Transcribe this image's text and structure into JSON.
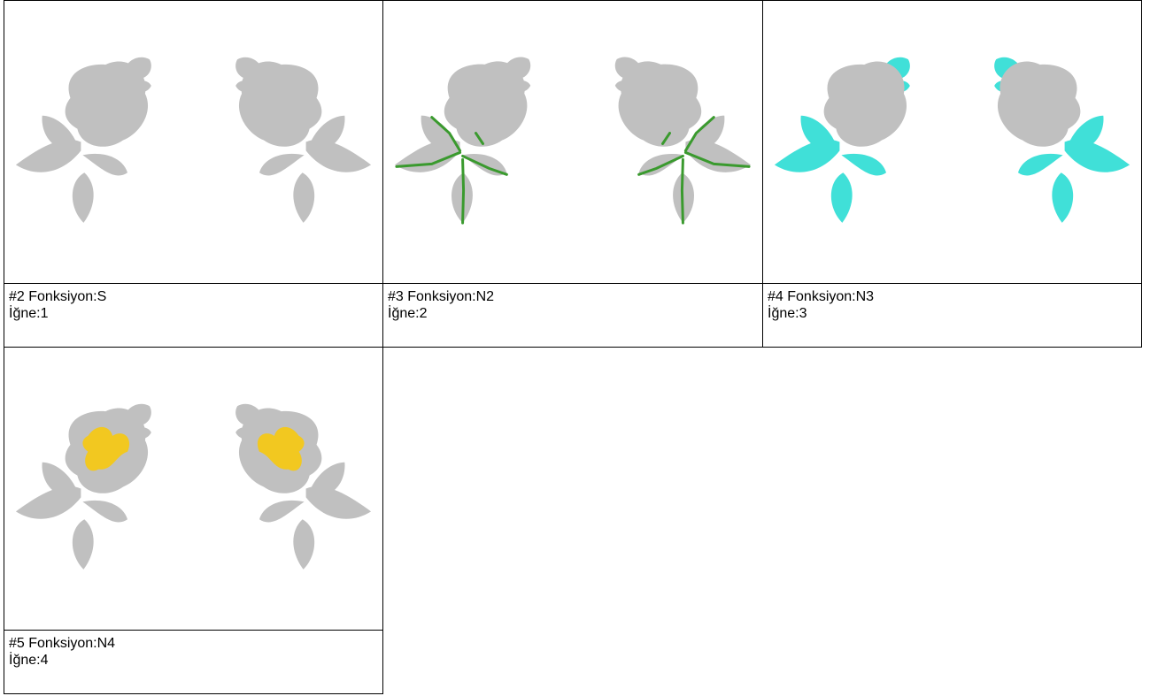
{
  "colors": {
    "base": "#c0c0c0",
    "needle2": "#3a9a2e",
    "needle3": "#40e0d8",
    "needle4": "#f2c820"
  },
  "cards": [
    {
      "function_label": "#2 Fonksiyon:S",
      "needle_label": "İğne:1",
      "highlight": "none"
    },
    {
      "function_label": "#3 Fonksiyon:N2",
      "needle_label": "İğne:2",
      "highlight": "stems"
    },
    {
      "function_label": "#4 Fonksiyon:N3",
      "needle_label": "İğne:3",
      "highlight": "leaves"
    },
    {
      "function_label": "#5 Fonksiyon:N4",
      "needle_label": "İğne:4",
      "highlight": "petals"
    }
  ]
}
